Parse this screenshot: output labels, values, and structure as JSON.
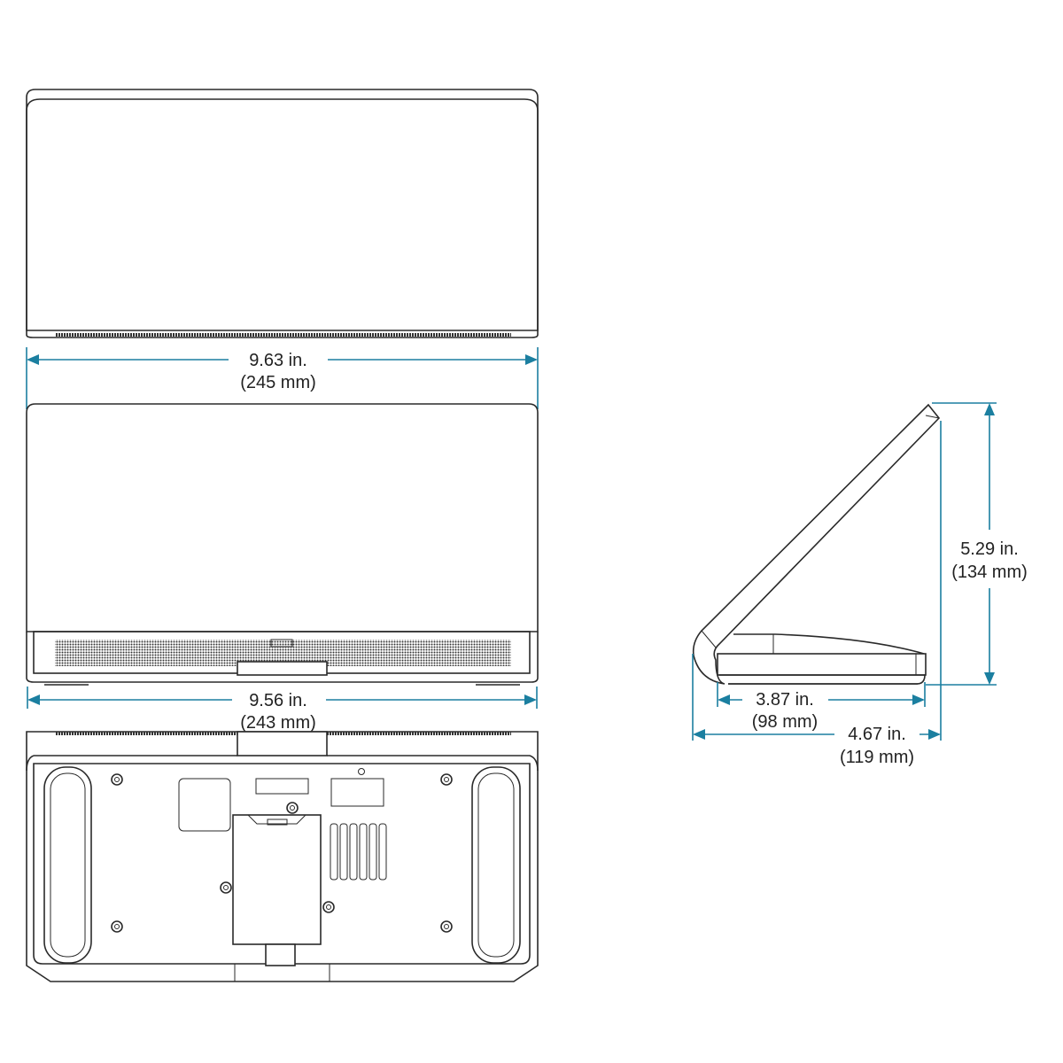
{
  "title": "Touch panel dimension drawing",
  "colors": {
    "dimension": "#1b7fa0",
    "outline": "#2a2a2a"
  },
  "dimensions": {
    "top_width": {
      "inches": "9.63 in.",
      "mm": "(245 mm)"
    },
    "front_width": {
      "inches": "9.56 in.",
      "mm": "(243 mm)"
    },
    "side_height": {
      "inches": "5.29 in.",
      "mm": "(134 mm)"
    },
    "base_depth": {
      "inches": "3.87 in.",
      "mm": "(98 mm)"
    },
    "overall_depth": {
      "inches": "4.67 in.",
      "mm": "(119 mm)"
    }
  }
}
